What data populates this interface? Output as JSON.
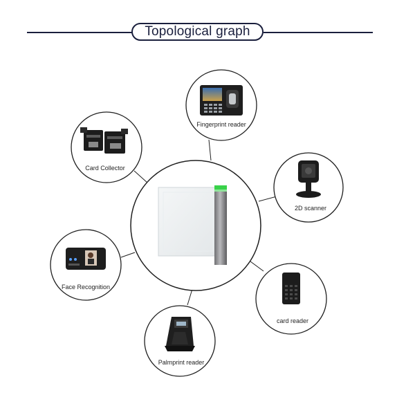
{
  "header": {
    "title": "Topological graph"
  },
  "colors": {
    "line": "#1a1f3d",
    "circle_stroke": "#1f1f1f",
    "accent_green": "#39d24a"
  },
  "nodes": [
    {
      "label": "Fingerprint reader",
      "icon": "fingerprint-terminal-icon"
    },
    {
      "label": "Card Collector",
      "icon": "card-collector-icon"
    },
    {
      "label": "2D scanner",
      "icon": "2d-scanner-icon"
    },
    {
      "label": "Face Recognition",
      "icon": "face-recognition-terminal-icon"
    },
    {
      "label": "card reader",
      "icon": "card-reader-icon"
    },
    {
      "label": "Palmprint reader",
      "icon": "palmprint-reader-icon"
    }
  ],
  "center": {
    "icon": "swing-gate-turnstile-icon"
  }
}
